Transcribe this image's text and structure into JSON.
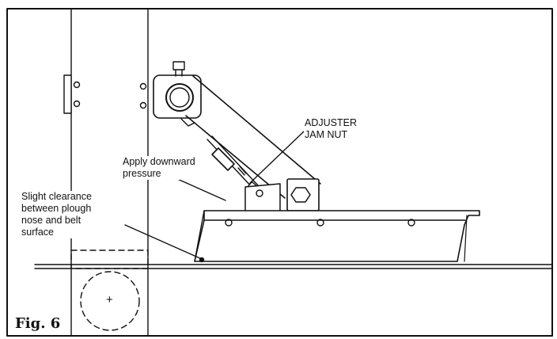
{
  "figure": {
    "label": "Fig. 6"
  },
  "callouts": {
    "jam_nut": "ADJUSTER\nJAM NUT",
    "pressure": "Apply downward\npressure",
    "clearance": "Slight clearance\nbetween plough\nnose and belt\nsurface"
  },
  "pulley_symbol": "+",
  "colors": {
    "line": "#111111",
    "background": "#ffffff"
  }
}
